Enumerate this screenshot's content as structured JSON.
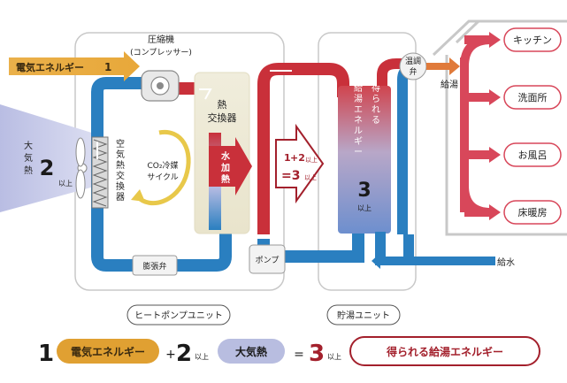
{
  "heat_pump_unit": {
    "name": "ヒートポンプユニット",
    "compressor_line1": "圧縮機",
    "compressor_line2": "(コンプレッサー)",
    "air_hx_chars": [
      "空",
      "気",
      "熱",
      "交",
      "換",
      "器"
    ],
    "co2_line1": "CO₂冷媒",
    "co2_line2": "サイクル",
    "expansion_valve": "膨張弁",
    "water_hx_line1": "熱",
    "water_hx_line2": "交換器",
    "water_heating_chars": [
      "水",
      "加",
      "熱"
    ],
    "pump": "ポンプ"
  },
  "storage_unit": {
    "name": "貯湯ユニット",
    "mixing_valve_line1": "温調",
    "mixing_valve_line2": "弁",
    "tank_text_col1": [
      "得",
      "ら",
      "れ",
      "る"
    ],
    "tank_text_col2": [
      "給",
      "湯",
      "エ",
      "ネ",
      "ル",
      "ギ",
      "ー"
    ],
    "tank_value": "3",
    "tank_value_suffix": "以上"
  },
  "inputs": {
    "electric_label": "電気エネルギー",
    "electric_value": "1",
    "air_heat_chars": [
      "大",
      "気",
      "熱"
    ],
    "air_heat_value": "2",
    "air_heat_suffix": "以上"
  },
  "equation_arrow": {
    "line1_a": "1",
    "line1_b": "+2",
    "line1_c": "以上",
    "line2_a": "=3",
    "line2_b": "以上"
  },
  "outputs": {
    "hot_water_supply": "給湯",
    "water_supply": "給水",
    "destinations": [
      "キッチン",
      "洗面所",
      "お風呂",
      "床暖房"
    ]
  },
  "formula": {
    "num1": "1",
    "electric": "電気エネルギー",
    "plus": "+",
    "num2": "2",
    "num2_suffix": "以上",
    "air_heat": "大気熱",
    "equals": "=",
    "num3": "3",
    "num3_suffix": "以上",
    "result": "得られる給湯エネルギー"
  },
  "colors": {
    "cold_blue": "#2a7fc0",
    "hot_red": "#c9303a",
    "electric_orange": "#e0a032",
    "air_purple": "#b8bde0",
    "destination_pink": "#d8475a",
    "dark_red_text": "#a3202c"
  }
}
